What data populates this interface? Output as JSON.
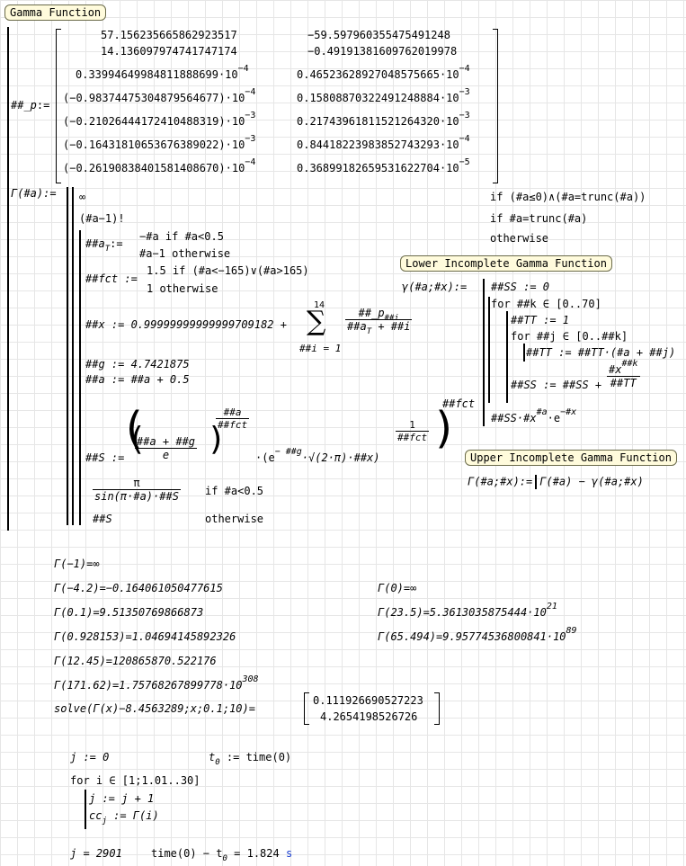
{
  "labels": {
    "gamma_function": "Gamma Function",
    "lower_incomplete": "Lower Incomplete Gamma Function",
    "upper_incomplete": "Upper Incomplete Gamma Function"
  },
  "p_matrix": {
    "name": "##_p",
    "assign": ":=",
    "rows": [
      [
        "57.156235665862923517",
        "−59.597960355475491248"
      ],
      [
        "14.136097974741747174",
        "−0.49191381609762019978"
      ],
      [
        "0.33994649984811888699·10",
        "0.46523628927048575665·10"
      ],
      [
        "(−0.98374475304879564677)·10",
        "0.15808870322491248884·10"
      ],
      [
        "(−0.21026444172410488319)·10",
        "0.21743961811521264320·10"
      ],
      [
        "(−0.16431810653676389022)·10",
        "0.84418223983852743293·10"
      ],
      [
        "(−0.26190838401581408670)·10",
        "0.36899182659531622704·10"
      ]
    ],
    "exponents": [
      [
        "",
        ""
      ],
      [
        "",
        ""
      ],
      [
        "−4",
        "−4"
      ],
      [
        "−4",
        "−3"
      ],
      [
        "−3",
        "−3"
      ],
      [
        "−3",
        "−4"
      ],
      [
        "−4",
        "−5"
      ]
    ]
  },
  "gamma_def": {
    "head": "Γ(#a):=",
    "case1": "∞",
    "case1_cond": "if (#a≤0)∧(#a=trunc(#a))",
    "case2": "(#a−1)!",
    "case2_cond": "if #a=trunc(#a)",
    "case3_cond": "otherwise",
    "aT_lhs": "##a",
    "aT_sub": "T",
    "aT_rows": [
      "−#a   if #a<0.5",
      "#a−1  otherwise"
    ],
    "fct_lhs": "##fct :=",
    "fct_rows": [
      "1.5  if (#a<−165)∨(#a>165)",
      "1    otherwise"
    ],
    "x_line": "##x := 0.99999999999999709182 +",
    "sum_top": "14",
    "sum_bottom": "##i = 1",
    "sum_num": "##_p",
    "sum_num_sub": "##i",
    "sum_den": "##a",
    "sum_den_tail": "+ ##i",
    "g_line": "##g := 4.7421875",
    "aT2_line": "##a  := ##a  + 0.5",
    "S_lhs": "##S :=",
    "S_num": "##a  + ##g",
    "S_den": "e",
    "S_exp_num": "##a",
    "S_exp_den": "##fct",
    "S_mid": "·(e",
    "S_mid_exp": "− ##g",
    "S_mid_tail": "·√(2·π)·##x)",
    "S_inner_exp_num": "1",
    "S_inner_exp_den": "##fct",
    "S_outer_exp": "##fct",
    "final_num": "π",
    "final_den": "sin(π·#a)·##S",
    "final_cond1": "if #a<0.5",
    "final_row2": "##S",
    "final_cond2": "otherwise",
    "assign": ":="
  },
  "lower_def": {
    "head": "γ(#a;#x):=",
    "lines": [
      "##SS := 0",
      "for ##k ∈ [0..70]",
      "##TT := 1",
      "for ##j ∈ [0..##k]",
      "##TT := ##TT·(#a + ##j)",
      "##SS := ##SS +",
      "##SS·#x"
    ],
    "frac_num": "#x",
    "frac_num_exp": "##k",
    "frac_den": "##TT",
    "tail_exp": "#a",
    "tail": "·e",
    "tail_exp2": "−#x"
  },
  "upper_def": {
    "text": "Γ(#a;#x):=",
    "body": "Γ(#a) − γ(#a;#x)"
  },
  "results_left": [
    {
      "expr": "Γ(−1)=∞",
      "exp": ""
    },
    {
      "expr": "Γ(−4.2)=−0.164061050477615",
      "exp": ""
    },
    {
      "expr": "Γ(0.1)=9.51350769866873",
      "exp": ""
    },
    {
      "expr": "Γ(0.928153)=1.04694145892326",
      "exp": ""
    },
    {
      "expr": "Γ(12.45)=120865870.522176",
      "exp": ""
    },
    {
      "expr": "Γ(171.62)=1.75768267899778·10",
      "exp": "308"
    }
  ],
  "results_right": [
    {
      "expr": "Γ(0)=∞",
      "exp": ""
    },
    {
      "expr": "Γ(23.5)=5.3613035875444·10",
      "exp": "21"
    },
    {
      "expr": "Γ(65.494)=9.95774536800841·10",
      "exp": "89"
    }
  ],
  "solve": {
    "expr": "solve(Γ(x)−8.4563289;x;0.1;10)=",
    "values": [
      "0.111926690527223",
      "4.2654198526726"
    ]
  },
  "loop": {
    "j_init": "j := 0",
    "t0_lhs": "t",
    "t0_sub": "0",
    "t0_rhs": ":= time(0)",
    "for_line": "for i ∈ [1;1.01..30]",
    "body1": "j := j + 1",
    "body2_lhs": "cc",
    "body2_sub": "j",
    "body2_rhs": ":= Γ(i)",
    "j_result": "j = 2901",
    "time_result": "time(0) − t",
    "time_sub": "0",
    "time_value": "= 1.824",
    "time_unit": "s"
  }
}
